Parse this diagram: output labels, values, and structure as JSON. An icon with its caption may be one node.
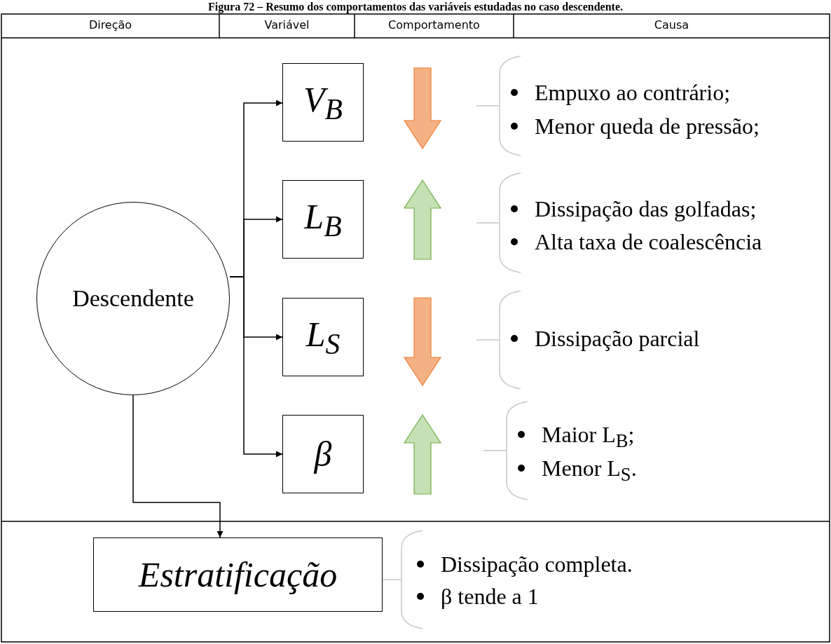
{
  "diagram": {
    "title": "Figura 72 – Resumo dos comportamentos das variáveis estudadas no caso descendente.",
    "nodes": [
      {
        "text": [
          "Descendente"
        ]
      },
      {
        "text": [
          "V$_{B}$"
        ]
      },
      {
        "text": [
          "L$_{B}$"
        ]
      },
      {
        "text": [
          "L$_{S}$"
        ]
      },
      {
        "text": [
          "β"
        ]
      },
      {
        "text": [
          "Estratificação"
        ]
      }
    ],
    "edges": [
      {
        "from": 0,
        "to": 1,
        "arrow": "to"
      },
      {
        "from": 0,
        "to": 2,
        "arrow": "to"
      },
      {
        "from": 0,
        "to": 3,
        "arrow": "to"
      },
      {
        "from": 0,
        "to": 4,
        "arrow": "to"
      },
      {
        "from": 0,
        "to": 5,
        "arrow": "to"
      }
    ],
    "labels": [
      "Direção",
      "Variável",
      "Comportamento",
      "Causa",
      "Empuxo ao contrário;",
      "Menor queda de pressão;",
      "Dissipação das golfadas;",
      "Alta taxa de coalescência",
      "Dissipação parcial",
      "Maior L$_{B}$;",
      "Menor L$_{S}$.",
      "Dissipação completa.",
      "β tende a 1"
    ]
  }
}
